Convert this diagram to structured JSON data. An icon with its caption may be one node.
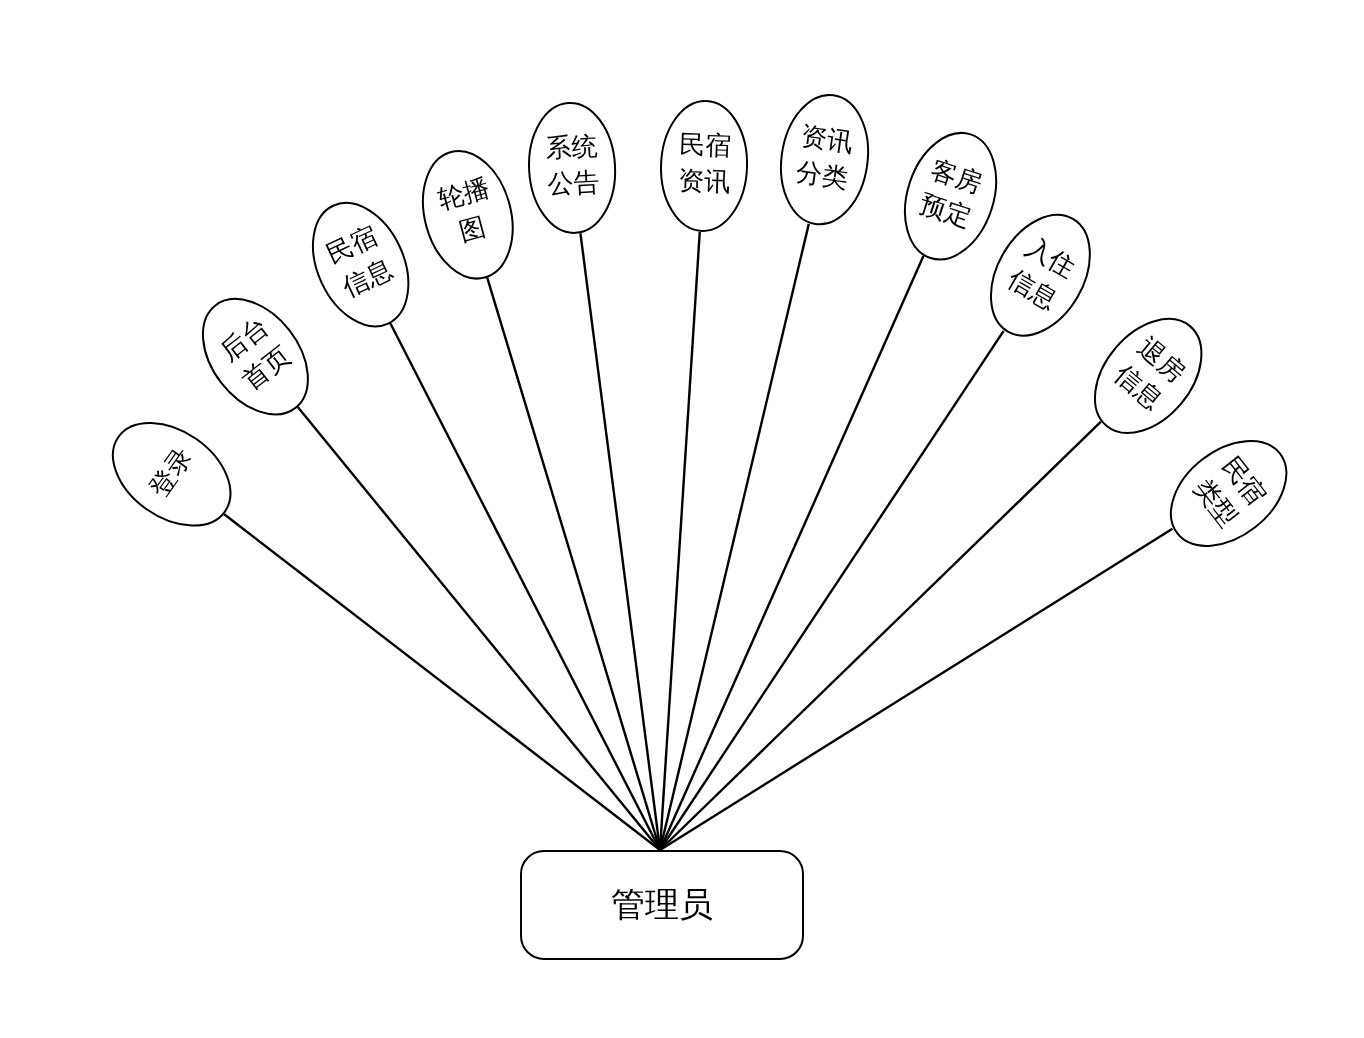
{
  "diagram": {
    "nodes": [
      {
        "text": [
          "登录"
        ]
      },
      {
        "text": [
          "后台首页"
        ]
      },
      {
        "text": [
          "民宿信息"
        ]
      },
      {
        "text": [
          "轮播图"
        ]
      },
      {
        "text": [
          "系统公告"
        ]
      },
      {
        "text": [
          "民宿资讯"
        ]
      },
      {
        "text": [
          "资讯分类"
        ]
      },
      {
        "text": [
          "客房预定"
        ]
      },
      {
        "text": [
          "入住信息"
        ]
      },
      {
        "text": [
          "退房信息"
        ]
      },
      {
        "text": [
          "民宿类型"
        ]
      },
      {
        "text": [
          "管理员"
        ]
      }
    ],
    "edges": [
      {
        "from": 11,
        "to": 0,
        "arrow": "none"
      },
      {
        "from": 11,
        "to": 1,
        "arrow": "none"
      },
      {
        "from": 11,
        "to": 2,
        "arrow": "none"
      },
      {
        "from": 11,
        "to": 3,
        "arrow": "none"
      },
      {
        "from": 11,
        "to": 4,
        "arrow": "none"
      },
      {
        "from": 11,
        "to": 5,
        "arrow": "none"
      },
      {
        "from": 11,
        "to": 6,
        "arrow": "none"
      },
      {
        "from": 11,
        "to": 7,
        "arrow": "none"
      },
      {
        "from": 11,
        "to": 8,
        "arrow": "none"
      },
      {
        "from": 11,
        "to": 9,
        "arrow": "none"
      },
      {
        "from": 11,
        "to": 10,
        "arrow": "none"
      }
    ]
  }
}
